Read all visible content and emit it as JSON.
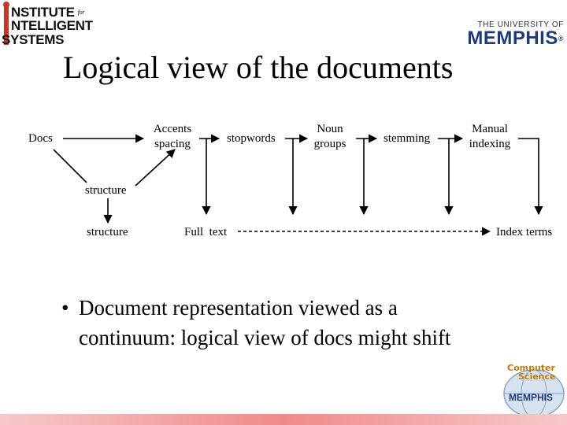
{
  "header": {
    "institute_lines": [
      "NSTITUTE",
      "NTELLIGENT",
      "SYSTEMS"
    ],
    "institute_for": "for",
    "university_small": "THE UNIVERSITY OF",
    "university_big": "MEMPHIS",
    "university_mark": "®"
  },
  "slide": {
    "title": "Logical view of the documents",
    "bullet": "Document representation viewed as a continuum: logical view of docs might shift"
  },
  "diagram": {
    "docs": "Docs",
    "accents_line1": "Accents",
    "accents_line2": "spacing",
    "stopwords": "stopwords",
    "noun_line1": "Noun",
    "noun_line2": "groups",
    "stemming": "stemming",
    "manual_line1": "Manual",
    "manual_line2": "indexing",
    "structure_upper": "structure",
    "structure_lower": "structure",
    "full_text": "Full  text",
    "index_terms": "Index terms"
  },
  "footer": {
    "cs_logo_line1": "Computer",
    "cs_logo_line2": "Science",
    "cs_logo_line3": "MEMPHIS"
  },
  "colors": {
    "university_blue": "#1f3a7a",
    "institute_red": "#c0392b",
    "bottom_bar": "#f08a8a"
  }
}
